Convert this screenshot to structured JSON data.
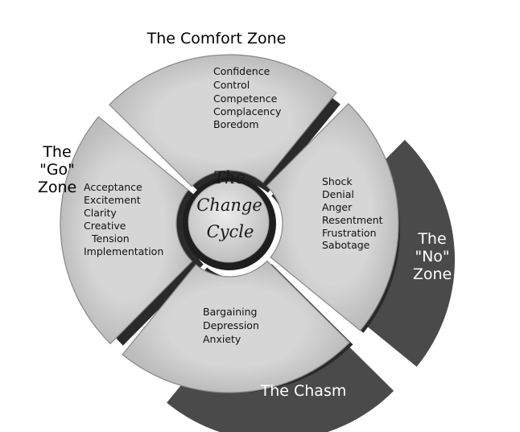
{
  "zones": {
    "comfort": "The Comfort Zone",
    "go": [
      "The",
      "\"Go\"",
      "Zone"
    ],
    "no": [
      "The",
      "\"No\"",
      "Zone"
    ],
    "chasm": "The Chasm"
  },
  "center": [
    "The",
    "Change",
    "Cycle"
  ],
  "segments": {
    "top": [
      "Confidence",
      "Control",
      "Competence",
      "Complacency",
      "Boredom"
    ],
    "right": [
      "Shock",
      "Denial",
      "Anger",
      "Resentment",
      "Frustration",
      "Sabotage"
    ],
    "bottom": [
      "Bargaining",
      "Depression",
      "Anxiety"
    ],
    "left": [
      "Acceptance",
      "Excitement",
      "Clarity",
      "Creative",
      "Tension",
      "Implementation"
    ]
  },
  "colors": {
    "segment_fill": "#cbcbcb",
    "segment_stroke": "#888888",
    "shadow": "#4a4a4a",
    "ring_shadow": "#2a2a2a"
  }
}
